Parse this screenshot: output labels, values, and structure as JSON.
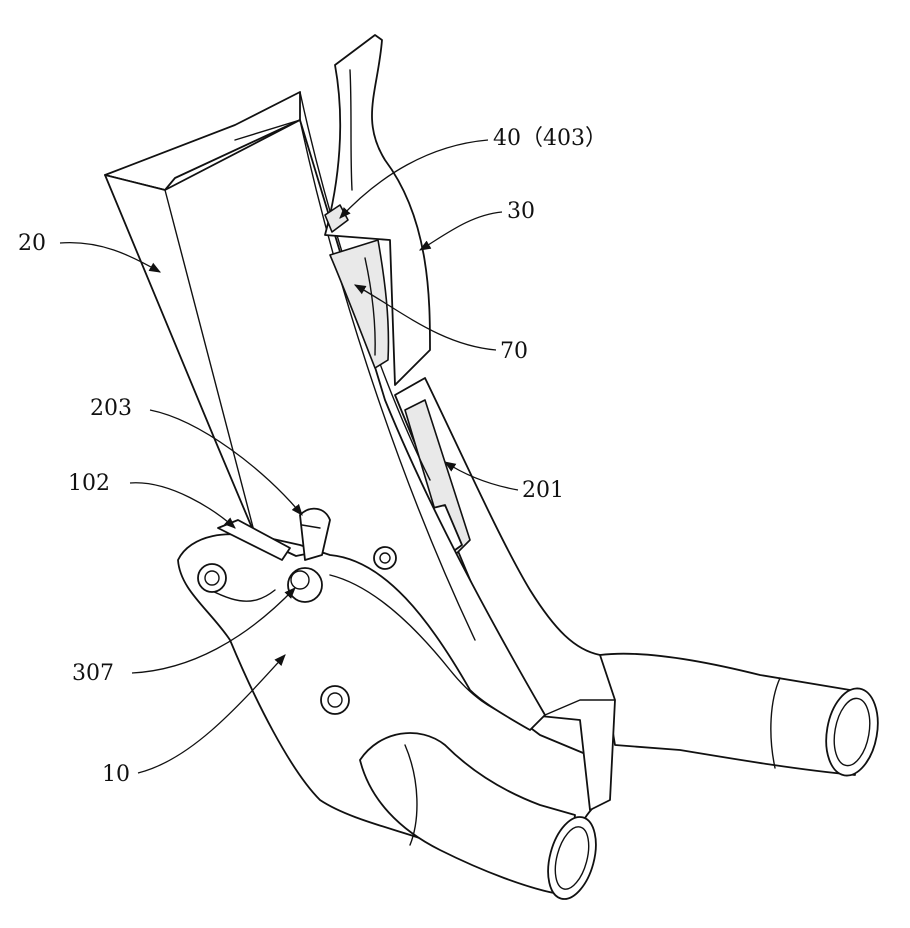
{
  "labels": {
    "lbl_20": "20",
    "lbl_40": "40（403）",
    "lbl_30": "30",
    "lbl_70": "70",
    "lbl_203": "203",
    "lbl_102": "102",
    "lbl_201": "201",
    "lbl_307": "307",
    "lbl_10": "10"
  }
}
